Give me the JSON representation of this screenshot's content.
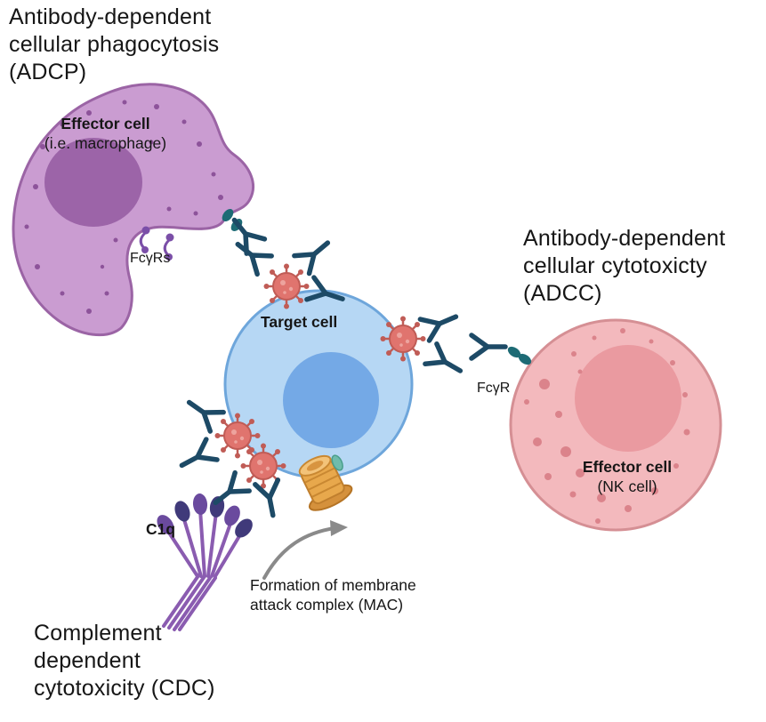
{
  "labels": {
    "adcp_title": "Antibody-dependent\ncellular phagocytosis\n(ADCP)",
    "adcc_title": "Antibody-dependent\ncellular cytotoxicty\n(ADCC)",
    "cdc_title": "Complement\ndependent\ncytotoxicity (CDC)",
    "macrophage_label": "Effector cell",
    "macrophage_sublabel": "(i.e. macrophage)",
    "macrophage_receptor": "FcγRs",
    "target_label": "Target cell",
    "nk_label": "Effector cell",
    "nk_sublabel": "(NK cell)",
    "nk_receptor": "FcγR",
    "c1q_label": "C1q",
    "mac_caption": "Formation of membrane\nattack complex (MAC)"
  },
  "colors": {
    "background": "#ffffff",
    "text": "#161616",
    "macrophage_fill": "#ca9cd1",
    "macrophage_outline": "#9b64a5",
    "macrophage_nucleus": "#9c64a8",
    "macrophage_granule": "#8d539a",
    "target_fill": "#b6d7f4",
    "target_outline": "#6ea6db",
    "target_nucleus": "#74a9e6",
    "nk_fill": "#f3b9bd",
    "nk_outline": "#d58f94",
    "nk_nucleus": "#ea9aa0",
    "nk_granule": "#db838b",
    "antibody_navy": "#1d4a66",
    "virus_red": "#e0746e",
    "virus_dark": "#c05c56",
    "receptor_teal": "#1d6b75",
    "receptor_purple": "#7b4fa8",
    "c1q_purple": "#8a5cb0",
    "c1q_head_dark": "#403a7a",
    "mac_orange": "#e8a84c",
    "mac_orange_dark": "#c07f2e",
    "mac_teal": "#6fbcab",
    "arrow_gray": "#8a8a8a"
  }
}
